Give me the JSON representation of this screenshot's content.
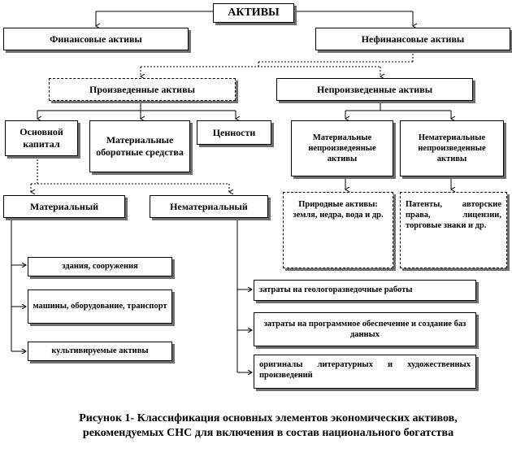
{
  "diagram": {
    "root": "АКТИВЫ",
    "financial": "Финансовые активы",
    "nonfinancial": "Нефинансовые активы",
    "produced": "Произведенные активы",
    "nonproduced": "Непроизведенные активы",
    "fixed_capital": "Основной капитал",
    "inventories": "Материальные оборотные средства",
    "valuables": "Ценности",
    "tangible_nonproduced": "Материальные непроизведенные активы",
    "intangible_nonproduced": "Нематериальные непроизведенные активы",
    "tangible": "Материальный",
    "intangible": "Нематериальный",
    "natural_assets": "Природные активы: земля, недра, вода и др.",
    "patents": "Патенты, авторские права, лицензии, торговые знаки и др.",
    "buildings": "здания, сооружения",
    "machinery": "машины, оборудование, транспорт",
    "cultivated": "культивируемые активы",
    "exploration": "затраты на геологоразведочные работы",
    "software": "затраты на программное обеспечение и создание баз данных",
    "originals": "оригиналы литературных и художественных произведений"
  },
  "caption": {
    "line1": "Рисунок 1- Классификация основных элементов экономических активов,",
    "line2": "рекомендуемых СНС для включения в состав национального богатства"
  }
}
